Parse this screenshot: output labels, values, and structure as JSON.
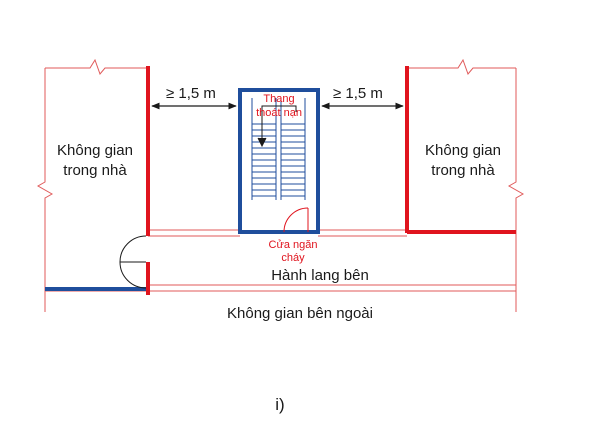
{
  "labels": {
    "inside_left_line1": "Không gian",
    "inside_left_line2": "trong nhà",
    "inside_right_line1": "Không gian",
    "inside_right_line2": "trong nhà",
    "stair_line1": "Thang",
    "stair_line2": "thoát nạn",
    "door_line1": "Cửa ngăn",
    "door_line2": "cháy",
    "corridor": "Hành lang bên",
    "outside": "Không gian bên ngoài",
    "dim_left": "≥ 1,5 m",
    "dim_right": "≥ 1,5 m",
    "figure_caption": "i)"
  },
  "colors": {
    "fire_wall": "#e0141e",
    "stair_wall": "#1f4e9c",
    "outline": "#e05a5a",
    "text": "#1a1a1a"
  }
}
